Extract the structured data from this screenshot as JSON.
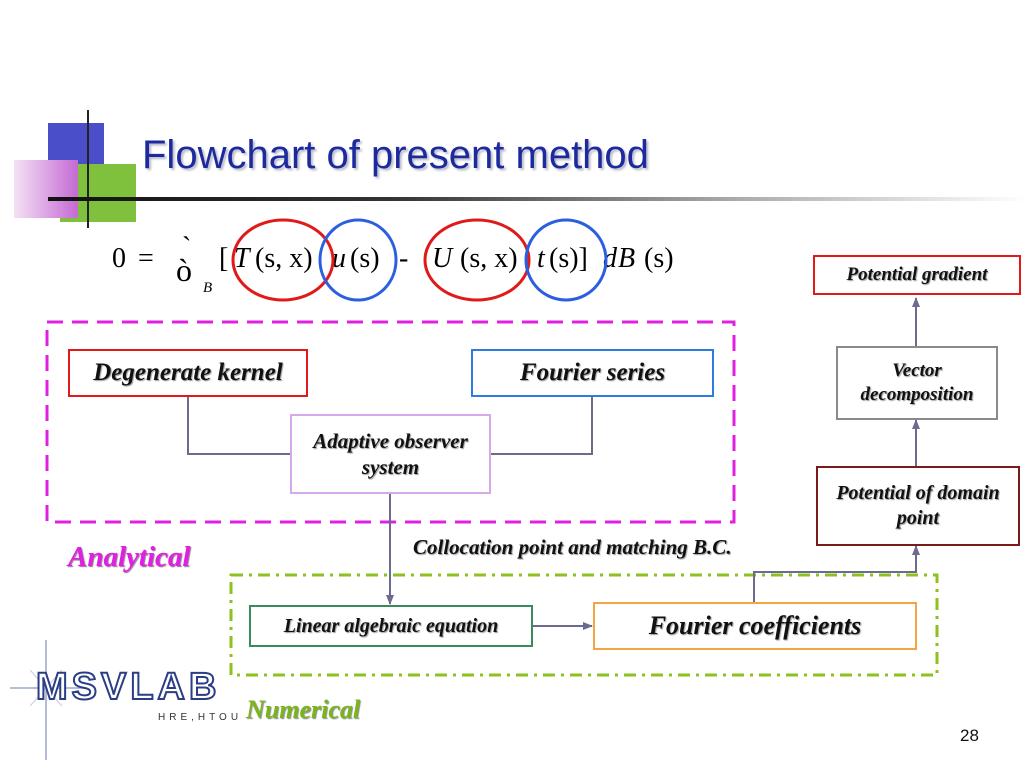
{
  "slide": {
    "title": "Flowchart of present method",
    "page_number": "28"
  },
  "equation": {
    "zero": "0",
    "equals": "=",
    "integral": "ò",
    "grave": "`",
    "subscript": "B",
    "open_bracket": "[",
    "T": "T",
    "sx1": "(s, x)",
    "u": "u",
    "s1": "(s)",
    "minus": "-",
    "U": "U",
    "sx2": "(s, x)",
    "t": "t",
    "s2": "(s)]",
    "d": "d",
    "Bvar": "B",
    "s3": "(s)"
  },
  "boxes": {
    "degenerate_kernel": "Degenerate kernel",
    "fourier_series": "Fourier series",
    "adaptive_observer": "Adaptive observer system",
    "linear_algebraic": "Linear algebraic equation",
    "fourier_coefficients": "Fourier coefficients",
    "potential_gradient": "Potential gradient",
    "vector_decomposition": "Vector decomposition",
    "potential_domain": "Potential of domain point"
  },
  "labels": {
    "analytical": "Analytical",
    "numerical": "Numerical",
    "collocation": "Collocation point and matching B.C."
  },
  "logo": {
    "name": "MSVLAB",
    "tagline": "HRE,HTOU"
  },
  "colors": {
    "title": "#1c2a9e",
    "analytical": "#e020e0",
    "numerical": "#8cc21f",
    "red_ellipse": "#e01a1a",
    "blue_ellipse": "#2c5fe0",
    "connector": "#6b6b8e"
  }
}
